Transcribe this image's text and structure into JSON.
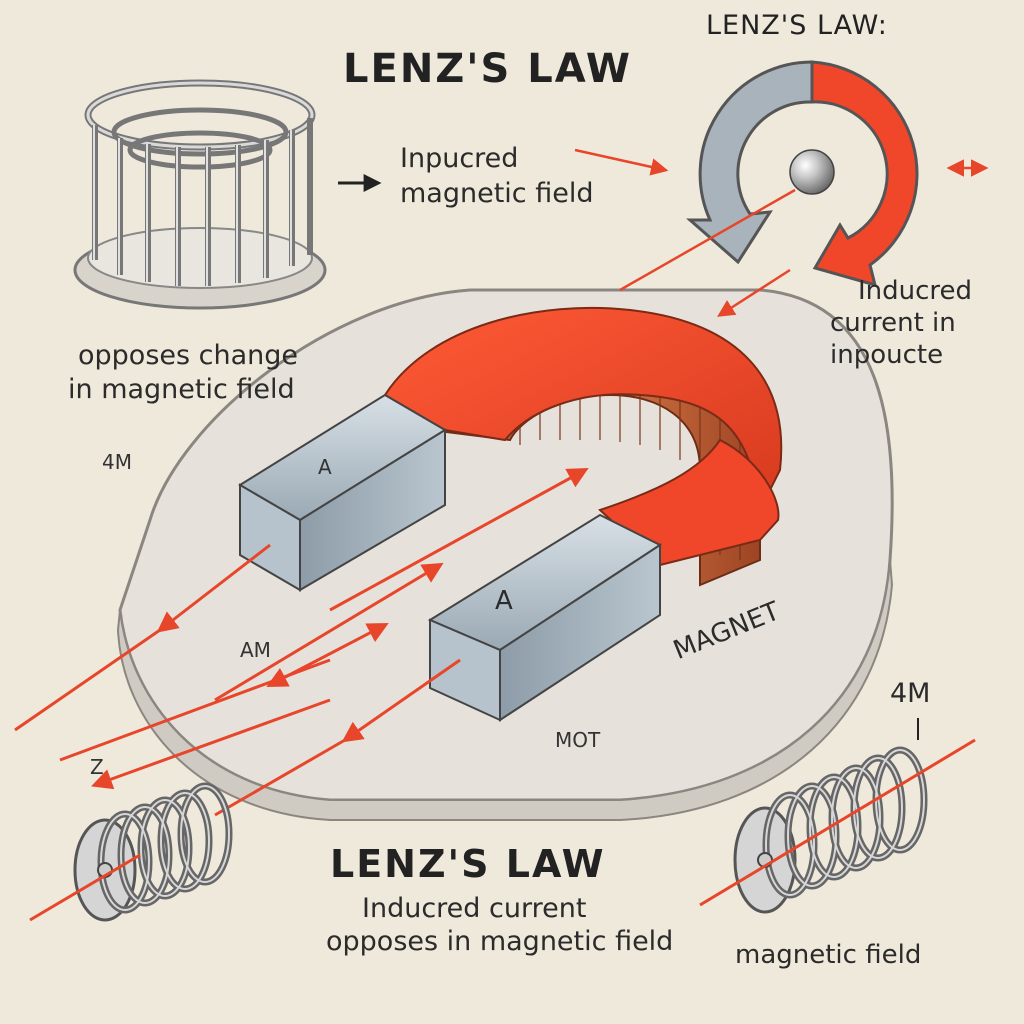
{
  "labels": {
    "title_main": "LENZ'S LAW",
    "title_right": "LENZ'S LAW:",
    "induced_field_line1": "Inpucred",
    "induced_field_line2": "magnetic field",
    "opposes_line1": "opposes change",
    "opposes_line2": "in magnetic field",
    "induced_current_line1": "Inducred",
    "induced_current_line2": "current in",
    "induced_current_line3": "inpoucte",
    "left_4m": "4M",
    "pole_north": "A",
    "pole_south": "A",
    "base_am": "AM",
    "magnet_label": "MAGNET",
    "base_mot": "MOT",
    "right_4m": "4M",
    "left_z": "Z",
    "bottom_title": "LENZ'S LAW",
    "bottom_line1": "Inducred current",
    "bottom_line2": "opposes in magnetic field",
    "bottom_right_caption": "magnetic field"
  },
  "colors": {
    "background": "#efe9dc",
    "magnet_red": "#f0462a",
    "pole_steel": "#aebfcc",
    "arrow_red": "#e8462a",
    "coil_metal": "#8a8a8a"
  }
}
